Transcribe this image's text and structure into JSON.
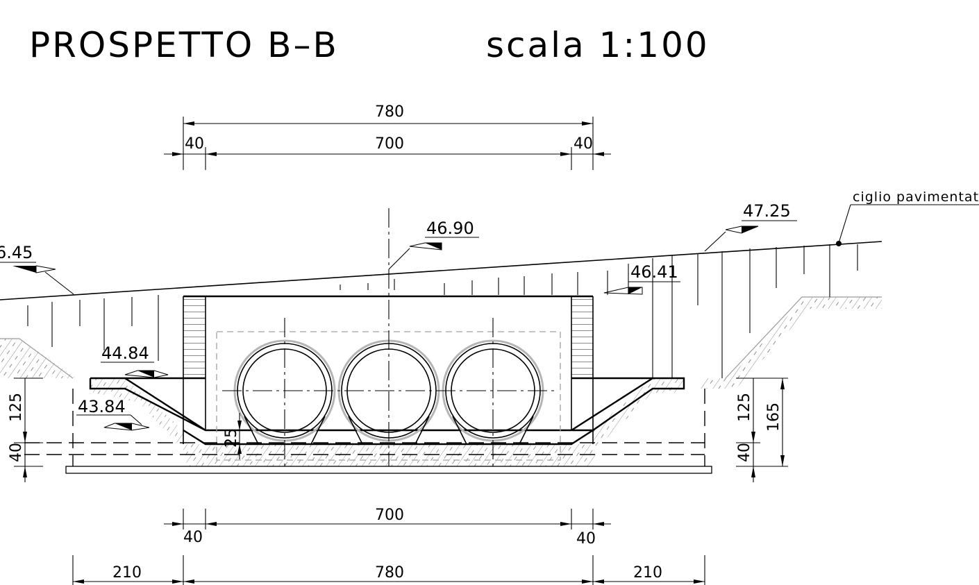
{
  "title": "PROSPETTO B–B",
  "scale": "scala 1:100",
  "elevations": {
    "left_road": "6.45",
    "axis_top": "46.90",
    "right_road": "47.25",
    "top_fill": "46.41",
    "left_platform": "44.84",
    "left_bottom": "43.84"
  },
  "note": "ciglio pavimentat",
  "dims_top": {
    "total": "780",
    "inner": "700",
    "left_wall": "40",
    "right_wall": "40"
  },
  "dims_bottom": {
    "inner": "700",
    "left_wall": "40",
    "right_wall": "40",
    "left_wing": "210",
    "total": "780",
    "right_wing": "210"
  },
  "dims_left": {
    "height": "125",
    "base": "40"
  },
  "dims_right": {
    "height": "125",
    "base": "40",
    "total": "165"
  },
  "dims_inner": {
    "pipe_bed": "25"
  }
}
